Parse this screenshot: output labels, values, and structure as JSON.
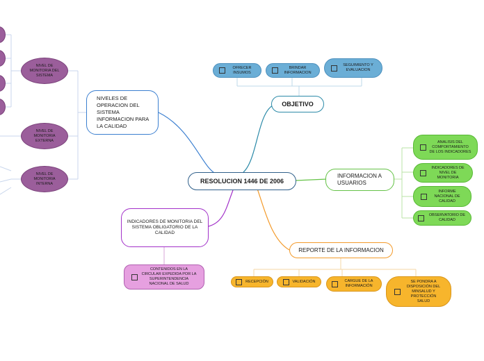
{
  "central": {
    "label": "RESOLUCION 1446 DE 2006"
  },
  "objetivo": {
    "label": "OBJETIVO",
    "children": [
      "OFRECER INSUMOS",
      "BRINDAR INFORMACION",
      "SEGUIMIENTO Y EVALUACION"
    ]
  },
  "informacion": {
    "label": "INFORMACION A USUARIOS",
    "children": [
      "ANALISIS DEL COMPORTAMIENTO DE LOS INDICADORES",
      "INDICADORES DE NIVEL DE MONITORIA",
      "INFORME NACIONAL DE CALIDAD",
      "OBSERVATORIO DE CALIDAD"
    ]
  },
  "reporte": {
    "label": "REPORTE DE LA INFORMACION",
    "children": [
      "RECEPCIÓN",
      "VALIDACIÓN",
      "CARGUE DE LA INFORMACIÓN",
      "SE PONDRA A DISPOSICIÓN DEL MINSALUD Y PROTECCIÓN SALUD"
    ]
  },
  "indicadores": {
    "label": "INDICADORES DE MONITORIA DEL SISTEMA OBLIGATORIO DE LA CALIDAD",
    "children": [
      "CONTENIDOS EN LA CIRCULAR EXPEDIDA POR LA SUPERINTENDENCIA NACIONAL DE SALUD"
    ]
  },
  "niveles": {
    "label": "NIVELES DE OPERACION DEL SISTEMA INFORMACION PARA LA CALIDAD",
    "children": [
      "NIVEL DE MONITORIA DEL SISTEMA",
      "NIVEL DE MONITORIA EXTERNA",
      "NIVEL DE MONITORIA INTERNA"
    ]
  },
  "colors": {
    "blue": "#6baed6",
    "green": "#7ed957",
    "orange": "#f7b52c",
    "purple": "#9b5e9b",
    "pink": "#e6a0e0",
    "central_border": "#2f5f8a"
  }
}
